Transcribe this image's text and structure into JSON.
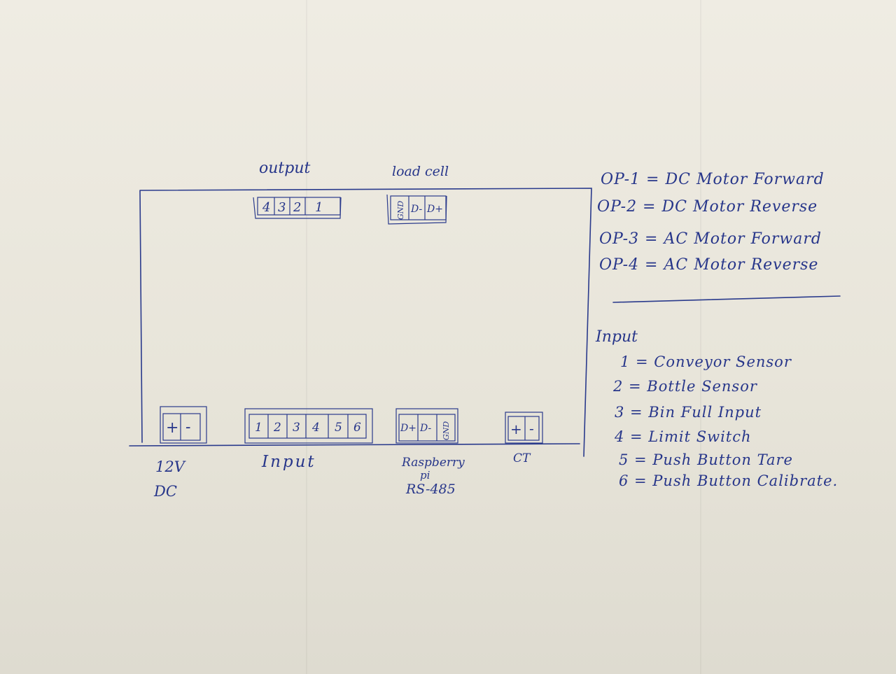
{
  "labels": {
    "output": "output",
    "load_cell": "load cell",
    "input": "Input",
    "raspberry_line1": "Raspberry",
    "raspberry_line2": "pi",
    "raspberry_line3": "RS-485",
    "ct": "CT",
    "supply_line1": "12V",
    "supply_line2": "DC"
  },
  "terminals": {
    "output": [
      "4",
      "3",
      "2",
      "1"
    ],
    "load_cell": [
      "GND",
      "D-",
      "D+"
    ],
    "supply": [
      "+",
      "-"
    ],
    "input": [
      "1",
      "2",
      "3",
      "4",
      "5",
      "6"
    ],
    "raspberry": [
      "D+",
      "D-",
      "GND"
    ],
    "ct": [
      "+",
      "-"
    ]
  },
  "output_legend": [
    "OP-1 = DC Motor Forward",
    "OP-2 = DC Motor Reverse",
    "OP-3 = AC Motor Forward",
    "OP-4 = AC Motor Reverse"
  ],
  "input_legend": {
    "title": "Input",
    "items": [
      "1 = Conveyor Sensor",
      "2 = Bottle Sensor",
      "3 = Bin Full Input",
      "4 = Limit Switch",
      "5 = Push Button Tare",
      "6 = Push Button Calibrate."
    ]
  },
  "colors": {
    "ink": "#2a3a8c",
    "paper": "#ebe8df"
  }
}
